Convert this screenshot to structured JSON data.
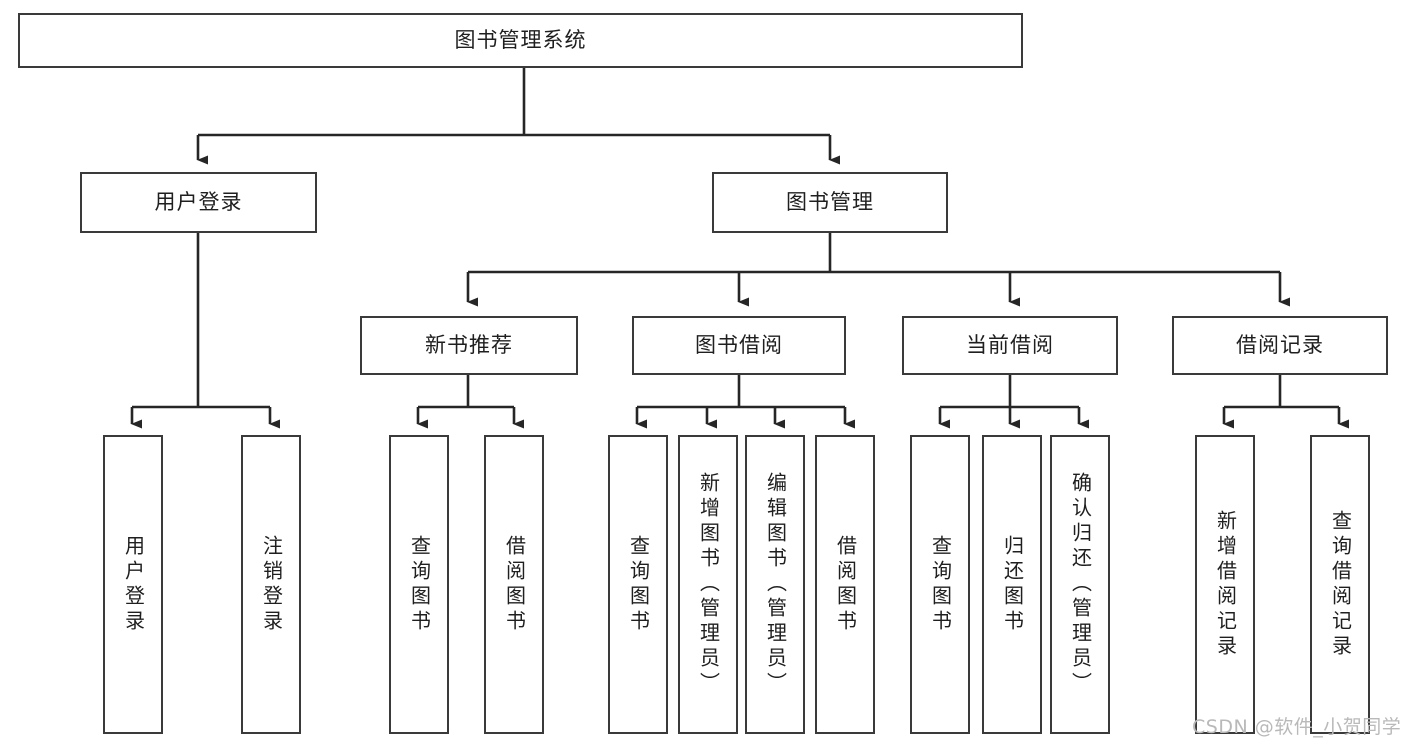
{
  "diagram": {
    "type": "tree",
    "title": "图书管理系统",
    "watermark": "CSDN @软件_小贺同学",
    "colors": {
      "background": "#ffffff",
      "border": "#3a3a3a",
      "text": "#1f1f1f",
      "connector": "#262626",
      "watermark": "#b9b9b9"
    },
    "nodes": {
      "root": {
        "label": "图书管理系统"
      },
      "level1": [
        {
          "label": "用户登录"
        },
        {
          "label": "图书管理"
        }
      ],
      "level2": [
        {
          "label": "新书推荐"
        },
        {
          "label": "图书借阅"
        },
        {
          "label": "当前借阅"
        },
        {
          "label": "借阅记录"
        }
      ],
      "leaves": {
        "user_login": [
          {
            "label": "用户登录"
          },
          {
            "label": "注销登录"
          }
        ],
        "new_book_recommend": [
          {
            "label": "查询图书"
          },
          {
            "label": "借阅图书"
          }
        ],
        "book_borrow": [
          {
            "label": "查询图书"
          },
          {
            "label": "新增图书（管理员）"
          },
          {
            "label": "编辑图书（管理员）"
          },
          {
            "label": "借阅图书"
          }
        ],
        "current_borrow": [
          {
            "label": "查询图书"
          },
          {
            "label": "归还图书"
          },
          {
            "label": "确认归还（管理员）"
          }
        ],
        "borrow_record": [
          {
            "label": "新增借阅记录"
          },
          {
            "label": "查询借阅记录"
          }
        ]
      }
    }
  }
}
